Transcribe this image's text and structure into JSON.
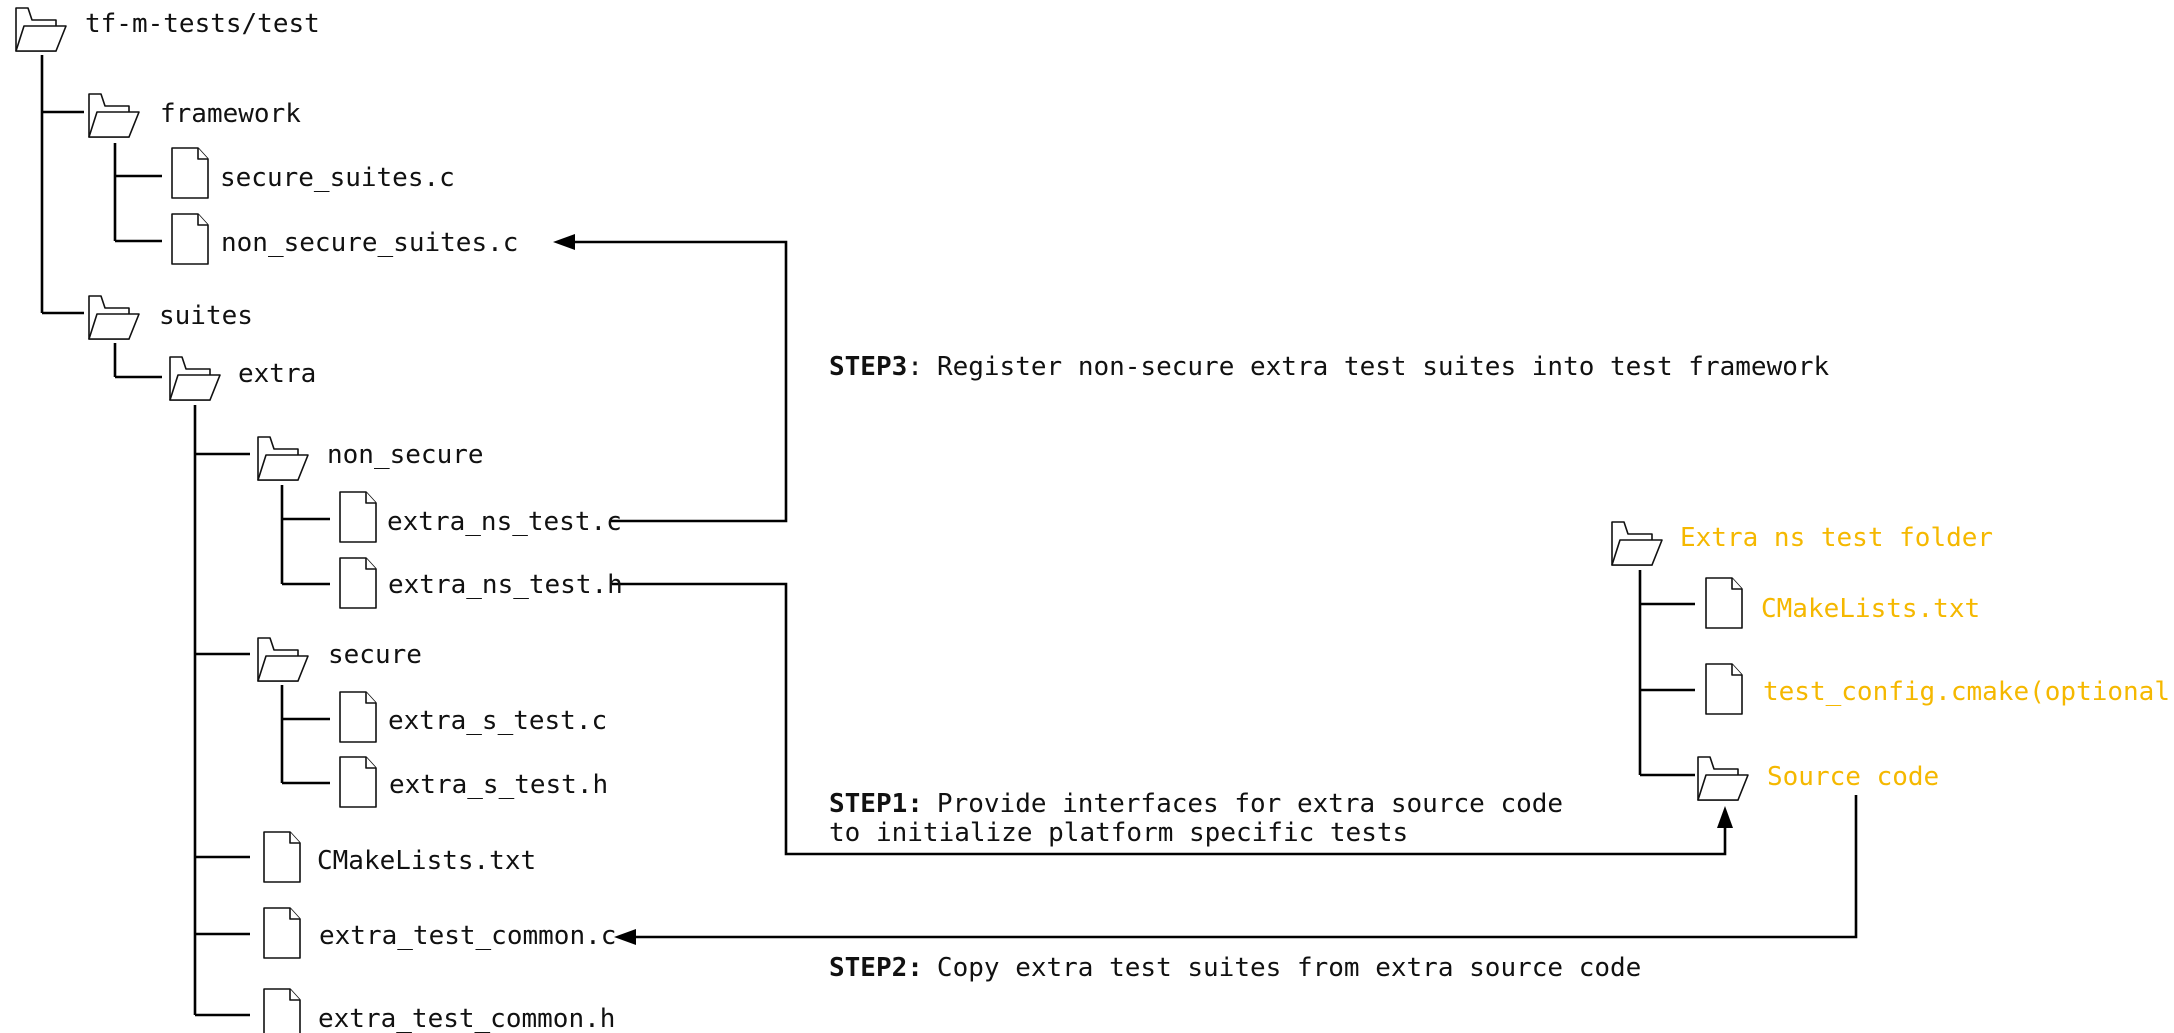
{
  "tree": {
    "root": "tf-m-tests/test",
    "framework": "framework",
    "secure_suites": "secure_suites.c",
    "non_secure_suites": "non_secure_suites.c",
    "suites": "suites",
    "extra": "extra",
    "non_secure": "non_secure",
    "extra_ns_test_c": "extra_ns_test.c",
    "extra_ns_test_h": "extra_ns_test.h",
    "secure": "secure",
    "extra_s_test_c": "extra_s_test.c",
    "extra_s_test_h": "extra_s_test.h",
    "cmakelists": "CMakeLists.txt",
    "extra_test_common_c": "extra_test_common.c",
    "extra_test_common_h": "extra_test_common.h"
  },
  "extra_folder": {
    "title": "Extra ns test folder",
    "cmakelists": "CMakeLists.txt",
    "test_config": "test_config.cmake(optional)",
    "source_code": "Source code",
    "color": "#f5b800"
  },
  "steps": {
    "step1_label": "STEP1:",
    "step1_line1": "Provide interfaces for extra source code",
    "step1_line2": "to initialize platform specific tests",
    "step2_label": "STEP2:",
    "step2_text": "Copy extra test suites from extra source code",
    "step3_label": "STEP3",
    "step3_sep": ":",
    "step3_text": "Register non-secure extra test suites into test framework"
  },
  "icons": {
    "folder": "folder-icon",
    "file": "file-icon"
  }
}
